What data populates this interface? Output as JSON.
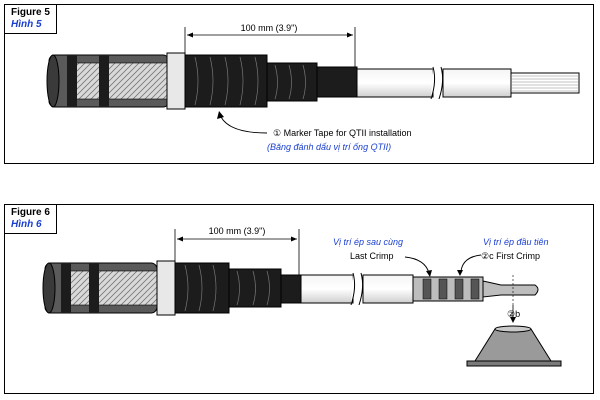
{
  "figure5": {
    "label_en": "Figure 5",
    "label_vi": "Hình 5",
    "dimension": "100 mm (3.9\")",
    "marker_number": "①",
    "marker_label": "Marker Tape for QTII installation",
    "marker_label_vi": "(Băng đánh dấu vị trí ống QTII)"
  },
  "figure6": {
    "label_en": "Figure 6",
    "label_vi": "Hình 6",
    "dimension": "100 mm (3.9\")",
    "last_crimp_vi": "Vị trí ép sau cùng",
    "last_crimp": "Last Crimp",
    "first_crimp_vi": "Vị trí ép đầu tiên",
    "first_crimp": "②c First Crimp",
    "tool_label": "②b"
  },
  "colors": {
    "accent_blue": "#1a3ed0",
    "tape": "#1c1c1c",
    "braid": "#c8c8c8"
  }
}
